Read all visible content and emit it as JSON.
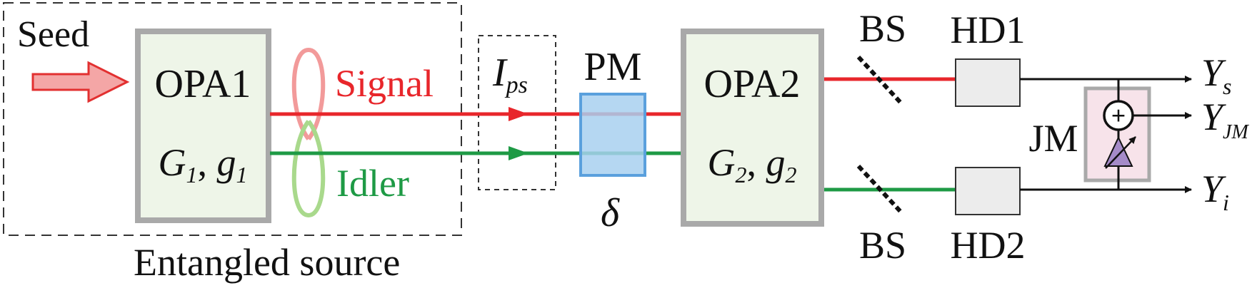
{
  "labels": {
    "seed": "Seed",
    "opa1": "OPA1",
    "opa1_params": {
      "G": "G",
      "G_sub": "1",
      "sep": ", ",
      "g": "g",
      "g_sub": "1"
    },
    "signal": "Signal",
    "idler": "Idler",
    "entangled_source": "Entangled source",
    "ips": {
      "main": "I",
      "sub": "ps"
    },
    "pm": "PM",
    "delta": "δ",
    "opa2": "OPA2",
    "opa2_params": {
      "G": "G",
      "G_sub": "2",
      "sep": ", ",
      "g": "g",
      "g_sub": "2"
    },
    "bs_top": "BS",
    "bs_bottom": "BS",
    "hd1": "HD1",
    "hd2": "HD2",
    "jm": "JM",
    "plus": "+",
    "y_s": {
      "main": "Y",
      "sub": "s"
    },
    "y_jm": {
      "main": "Y",
      "sub": "JM"
    },
    "y_i": {
      "main": "Y",
      "sub": "i"
    }
  },
  "colors": {
    "signal": "#e8262b",
    "idler": "#1e9a45",
    "signal_loop": "#f29a9a",
    "idler_loop": "#a9d98c",
    "opa_fill": "#eef5e8",
    "opa_border": "#a9a9a9",
    "pm_fill": "#a8d0f0",
    "pm_border": "#5aa0dd",
    "hd_fill": "#ececec",
    "jm_fill": "#f7e3ea",
    "amp_fill": "#a58bc8",
    "seed_fill": "#f4a6a6",
    "seed_border": "#e23030"
  }
}
